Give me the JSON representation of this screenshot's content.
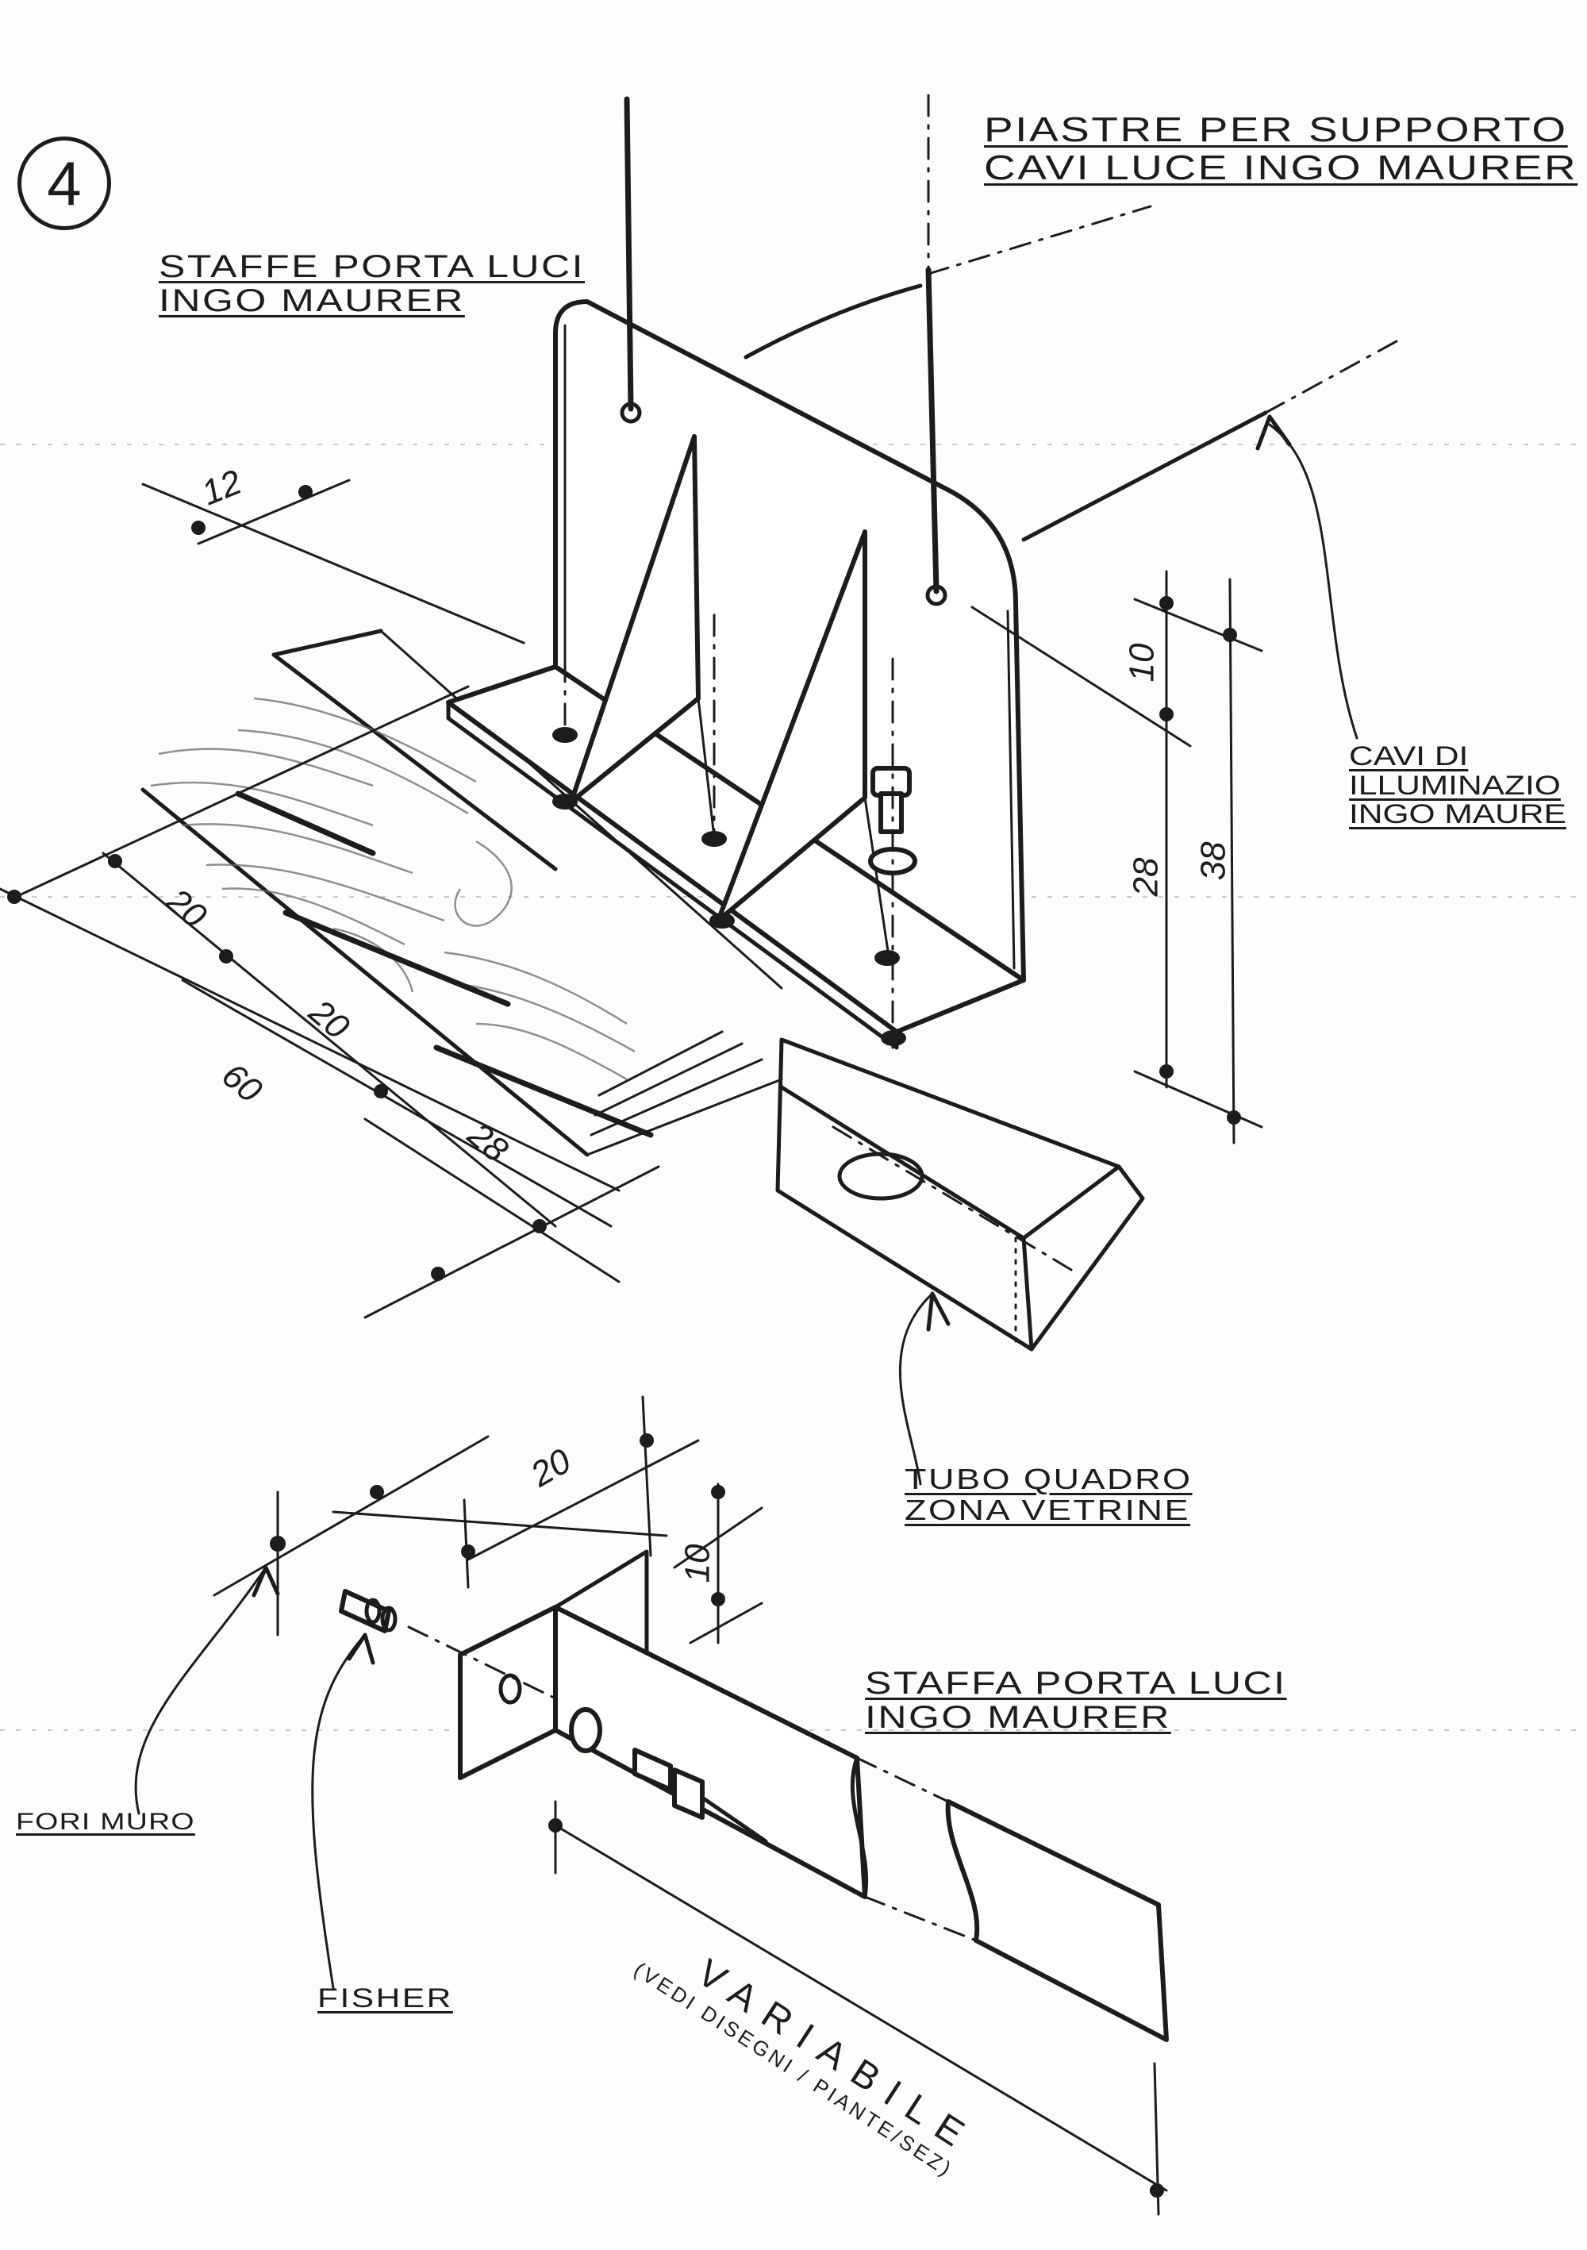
{
  "sheet": {
    "detail_number": "4",
    "colors": {
      "ink": "#1c1c1c",
      "paper": "#fdfdfc",
      "grain": "#6a6a6a"
    }
  },
  "labels": {
    "plates": {
      "line1": "PIASTRE PER SUPPORTO",
      "line2": "CAVI LUCE INGO MAURER"
    },
    "brackets_top": {
      "line1": "STAFFE PORTA LUCI",
      "line2": "INGO MAURER"
    },
    "cables": {
      "line1": "CAVI DI",
      "line2": "ILLUMINAZIO",
      "line3": "INGO MAURE"
    },
    "tube": {
      "line1": "TUBO QUADRO",
      "line2": "ZONA VETRINE"
    },
    "bracket_bottom": {
      "line1": "STAFFA PORTA LUCI",
      "line2": "INGO MAURER"
    },
    "wall_holes": "FORI MURO",
    "fisher": "FISHER",
    "variable": {
      "main": "VARIABILE",
      "note": "(VEDI DISEGNI / PIANTE/SEZ)"
    }
  },
  "dimensions": {
    "upper": {
      "d12": "12",
      "d10": "10",
      "d28_vertical": "28",
      "d38": "38",
      "d20_a": "20",
      "d20_b": "20",
      "d28_bottom": "28",
      "d60": "60"
    },
    "lower": {
      "d20": "20",
      "d10": "10"
    }
  }
}
